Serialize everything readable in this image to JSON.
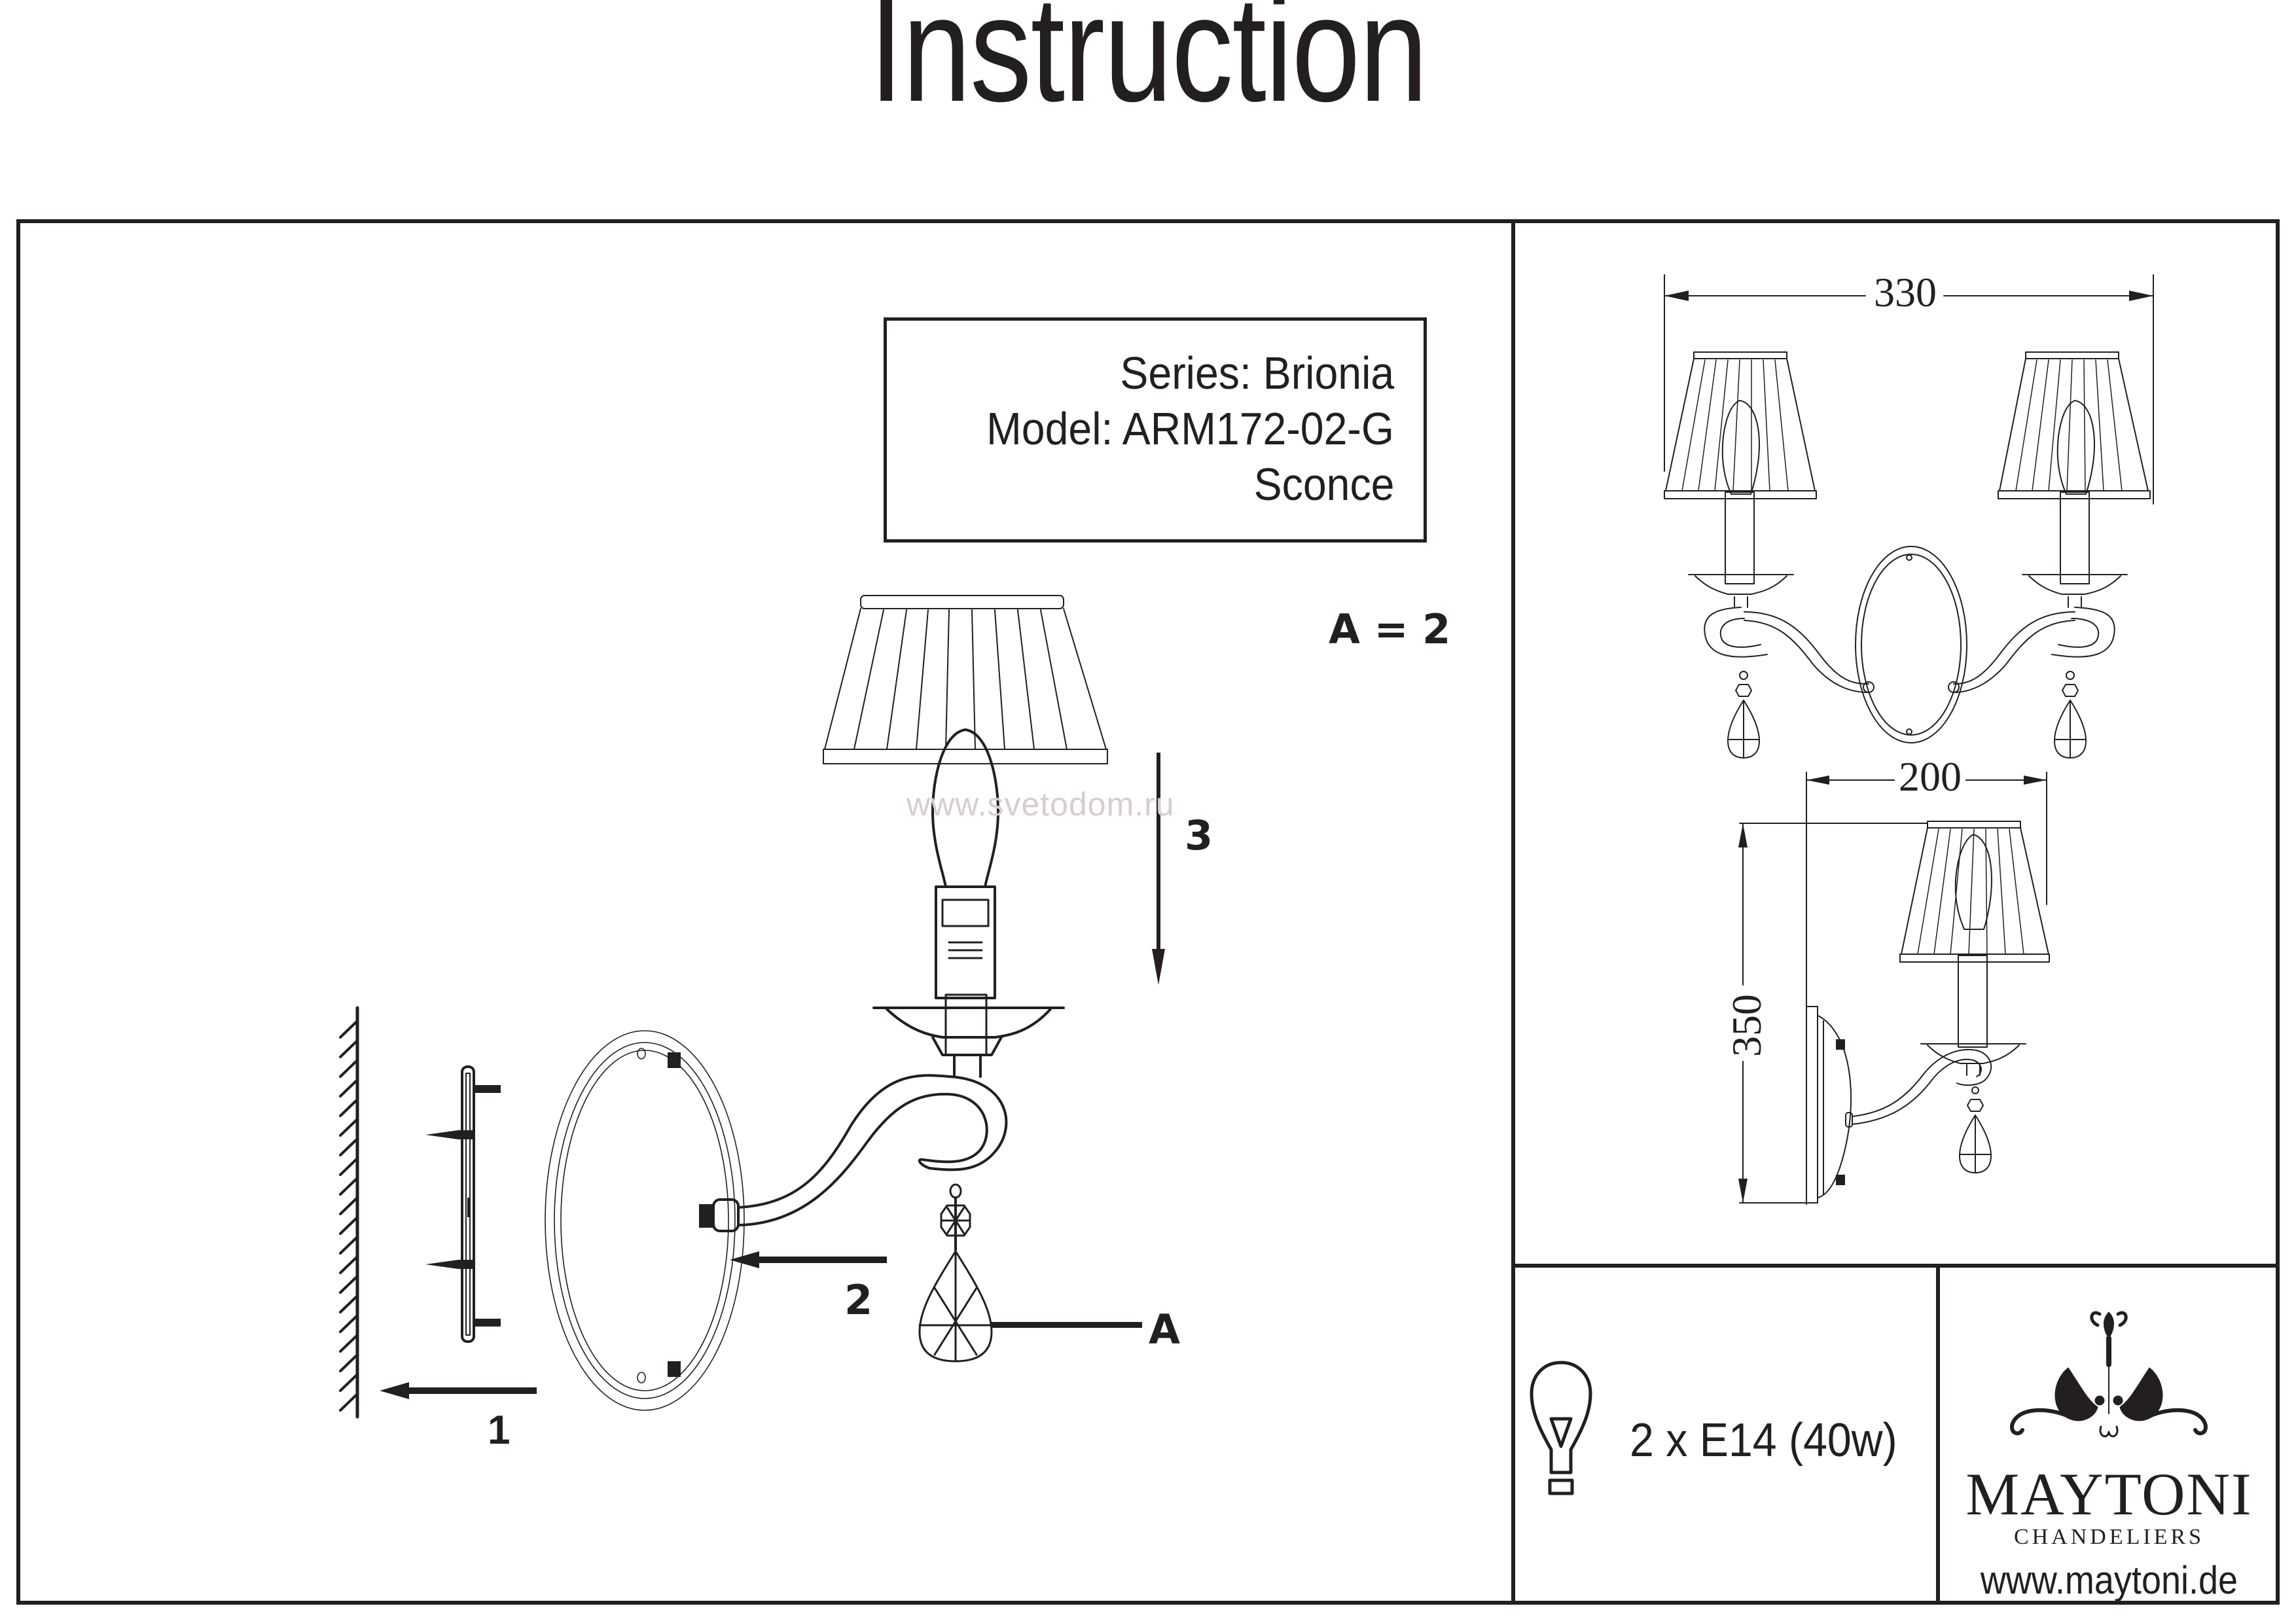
{
  "header": {
    "title": "Instruction"
  },
  "product_info": {
    "series": "Series: Brionia",
    "model": "Model: ARM172-02-G",
    "type": "Sconce"
  },
  "assembly": {
    "step_labels": [
      "1",
      "2",
      "3"
    ],
    "part_label": "A",
    "part_quantity": "A = 2",
    "watermark": "www.svetodom.ru"
  },
  "dimensions": {
    "width_front": "330",
    "depth_side": "200",
    "height_side": "350",
    "unit_note": ""
  },
  "lamp_spec": {
    "icon": "light-bulb-icon",
    "text": "2 x E14 (40w)"
  },
  "brand": {
    "logo_icon": "chandelier-ornament-icon",
    "name": "MAYTONI",
    "subtitle": "CHANDELIERS",
    "url": "www.maytoni.de"
  },
  "colors": {
    "ink": "#231f20",
    "watermark": "#d8cccc",
    "background": "#ffffff"
  }
}
